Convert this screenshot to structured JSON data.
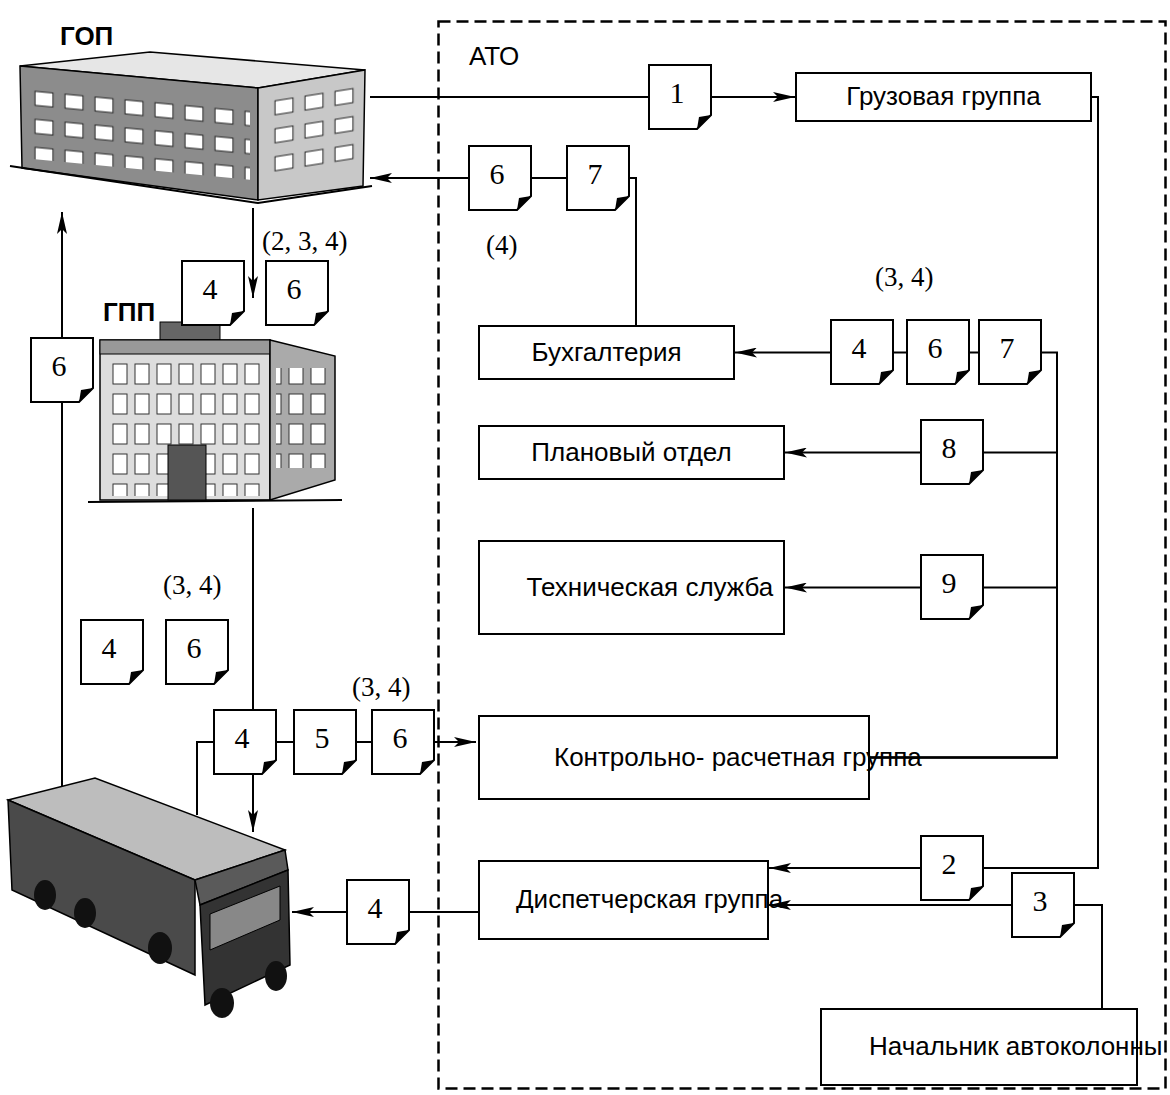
{
  "diagram": {
    "nodes": [
      {
        "text": [
          "ГОП"
        ]
      },
      {
        "text": [
          "АТО"
        ]
      },
      {
        "text": [
          "Грузовая группа"
        ],
        "in": 1
      },
      {
        "text": [
          "Бухгалтерия"
        ],
        "in": 1
      },
      {
        "text": [
          "ГПП"
        ]
      },
      {
        "text": [
          "Плановый отдел"
        ],
        "in": 1
      },
      {
        "text": [
          "Техническая служба"
        ],
        "in": 1
      },
      {
        "text": [
          "Контрольно- расчетная группа"
        ],
        "in": 1
      },
      {
        "text": [
          "Диспетчерская группа"
        ],
        "in": 1
      },
      {
        "text": [
          "Начальник автоколонны"
        ],
        "in": 1
      }
    ],
    "edges": [
      {
        "from": 0,
        "to": 2,
        "arrow": "to"
      },
      {
        "from": 3,
        "to": 0,
        "arrow": "to"
      },
      {
        "from": 0,
        "to": 4,
        "arrow": "to"
      },
      {
        "from": 2,
        "to": 8,
        "arrow": "to"
      },
      {
        "from": 9,
        "to": 8,
        "arrow": "to"
      },
      {
        "from": 7,
        "to": 3,
        "arrow": "to"
      },
      {
        "from": 7,
        "to": 5,
        "arrow": "to"
      },
      {
        "from": 7,
        "to": 6,
        "arrow": "to"
      }
    ],
    "labels": [
      "1",
      "6",
      "7",
      "(2, 3, 4)",
      "(4)",
      "(3, 4)",
      "4",
      "6",
      "7",
      "4",
      "6",
      "6",
      "8",
      "9",
      "(3, 4)",
      "4",
      "6",
      "(3, 4)",
      "4",
      "5",
      "6",
      "2",
      "3",
      "4"
    ]
  }
}
